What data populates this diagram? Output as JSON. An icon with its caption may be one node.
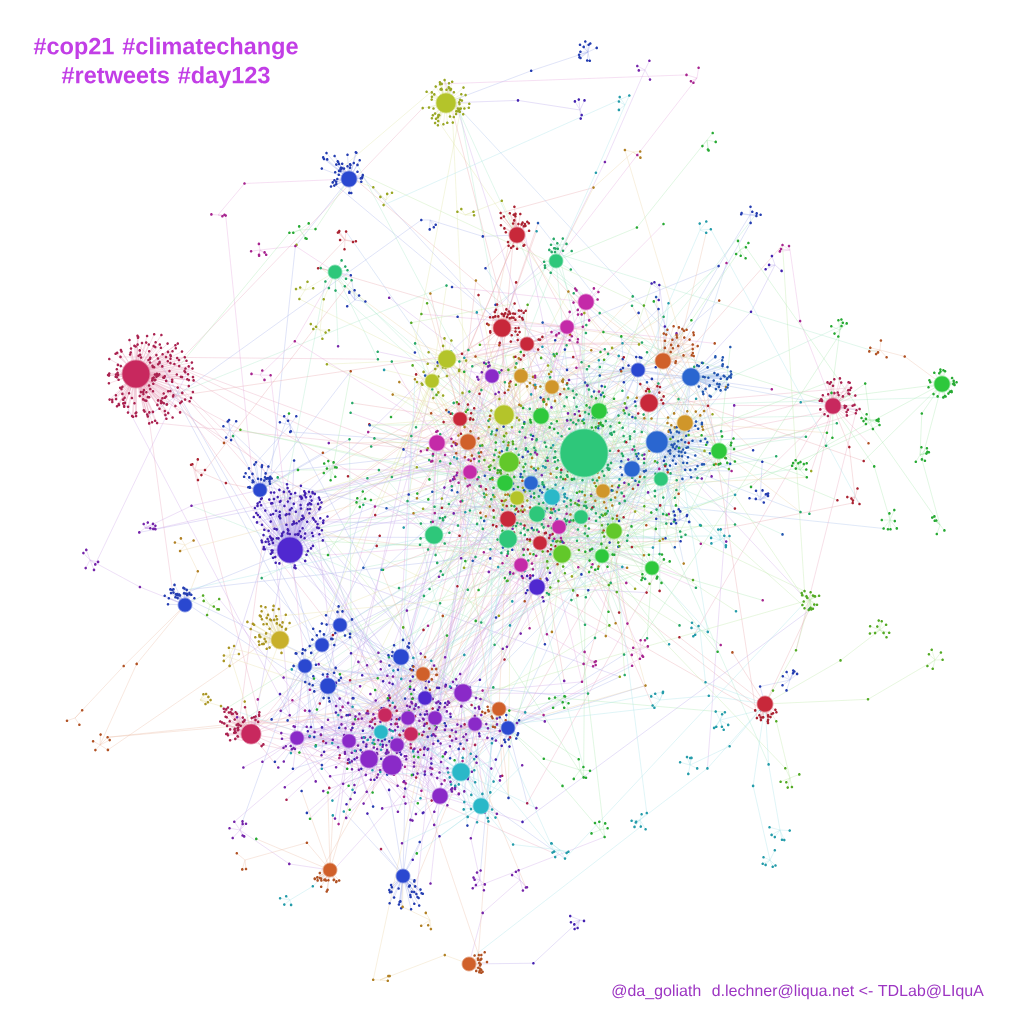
{
  "diagram": {
    "title": "#cop21 #climatechange #retweets #day123",
    "labels": [
      "@da_goliath",
      "d.lechner@liqua.net <- TDLab@LIquA"
    ]
  }
}
